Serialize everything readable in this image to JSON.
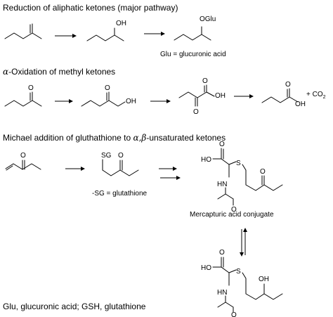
{
  "sections": {
    "reduction": {
      "title": "Reduction of aliphatic ketones (major pathway)",
      "oh_label": "OH",
      "oglu_label": "OGlu",
      "glu_note": "Glu = glucuronic acid"
    },
    "alpha": {
      "alpha_symbol": "α",
      "title_rest": "-Oxidation of methyl ketones",
      "o1": "O",
      "o2": "O",
      "oh2": "OH",
      "o3a": "O",
      "o3b": "O",
      "oh3": "OH",
      "o4": "O",
      "oh4": "OH",
      "co2": "+ CO",
      "co2_sub": "2"
    },
    "michael": {
      "title_start": "Michael addition of gluthathione to ",
      "title_greek": "α,β",
      "title_end": "-unsaturated ketones",
      "o1": "O",
      "sg": "SG",
      "o2": "O",
      "sg_note": "-SG = glutathione",
      "ho_top": "HO",
      "o_top_acid": "O",
      "s_top": "S",
      "o_top_ket": "O",
      "nh_top": "HN",
      "o_top_acetyl": "O",
      "conjugate_label": "Mercapturic acid conjugate",
      "ho_bot": "HO",
      "o_bot_acid": "O",
      "s_bot": "S",
      "oh_bot": "OH",
      "nh_bot": "HN",
      "o_bot_acetyl": "O"
    },
    "footer": "Glu, glucuronic acid; GSH, glutathione"
  }
}
